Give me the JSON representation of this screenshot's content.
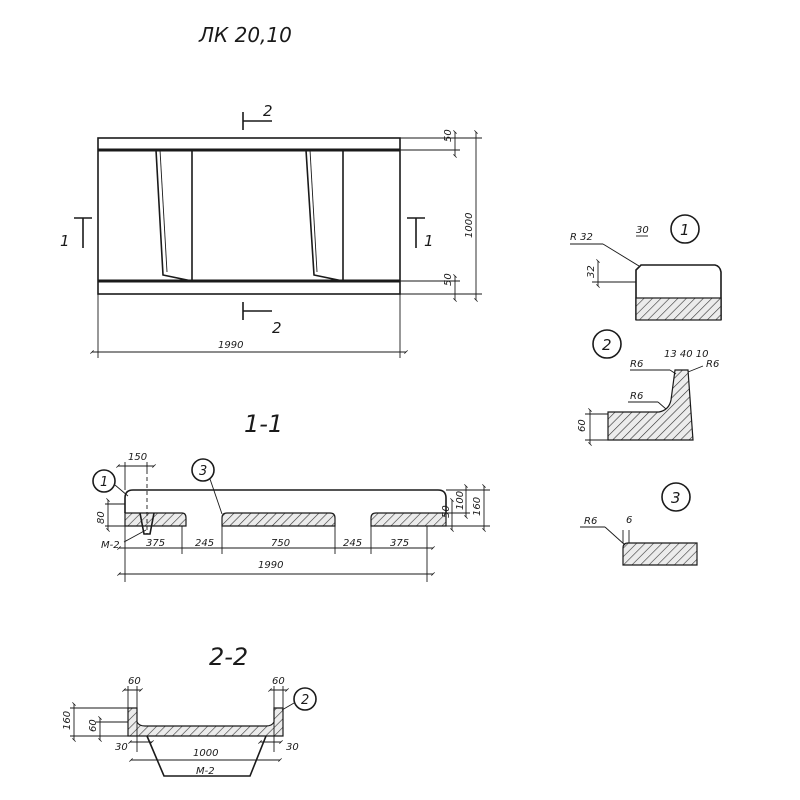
{
  "title": "ЛК 20,10",
  "plan": {
    "cut_1": "1",
    "cut_2": "2",
    "dim_width": "1990",
    "dim_height": "1000",
    "dim_top_rib": "50",
    "dim_bottom_rib": "50"
  },
  "section_1_1": {
    "label": "1-1",
    "callout_1": "1",
    "callout_3": "3",
    "dim_top": "150",
    "dim_left_h": "80",
    "dim_right_a": "50",
    "dim_right_b": "100",
    "dim_right_c": "160",
    "dim_segments": [
      "375",
      "245",
      "750",
      "245",
      "375"
    ],
    "dim_total": "1990",
    "loop_label": "М-2"
  },
  "section_2_2": {
    "label": "2-2",
    "callout_2": "2",
    "dim_left_top": "60",
    "dim_right_top": "60",
    "dim_height": "160",
    "dim_slab": "60",
    "dim_left_bottom": "30",
    "dim_right_bottom": "30",
    "dim_width": "1000",
    "loop_label": "М-2"
  },
  "detail_1": {
    "callout": "1",
    "radius": "R 32",
    "dim_top": "30",
    "dim_side": "32"
  },
  "detail_2": {
    "callout": "2",
    "radius_left": "R6",
    "radius_inner": "R6",
    "radius_right": "R6",
    "dim_top": "13 40 10",
    "dim_side": "60"
  },
  "detail_3": {
    "callout": "3",
    "radius": "R6",
    "dim_top": "6"
  }
}
